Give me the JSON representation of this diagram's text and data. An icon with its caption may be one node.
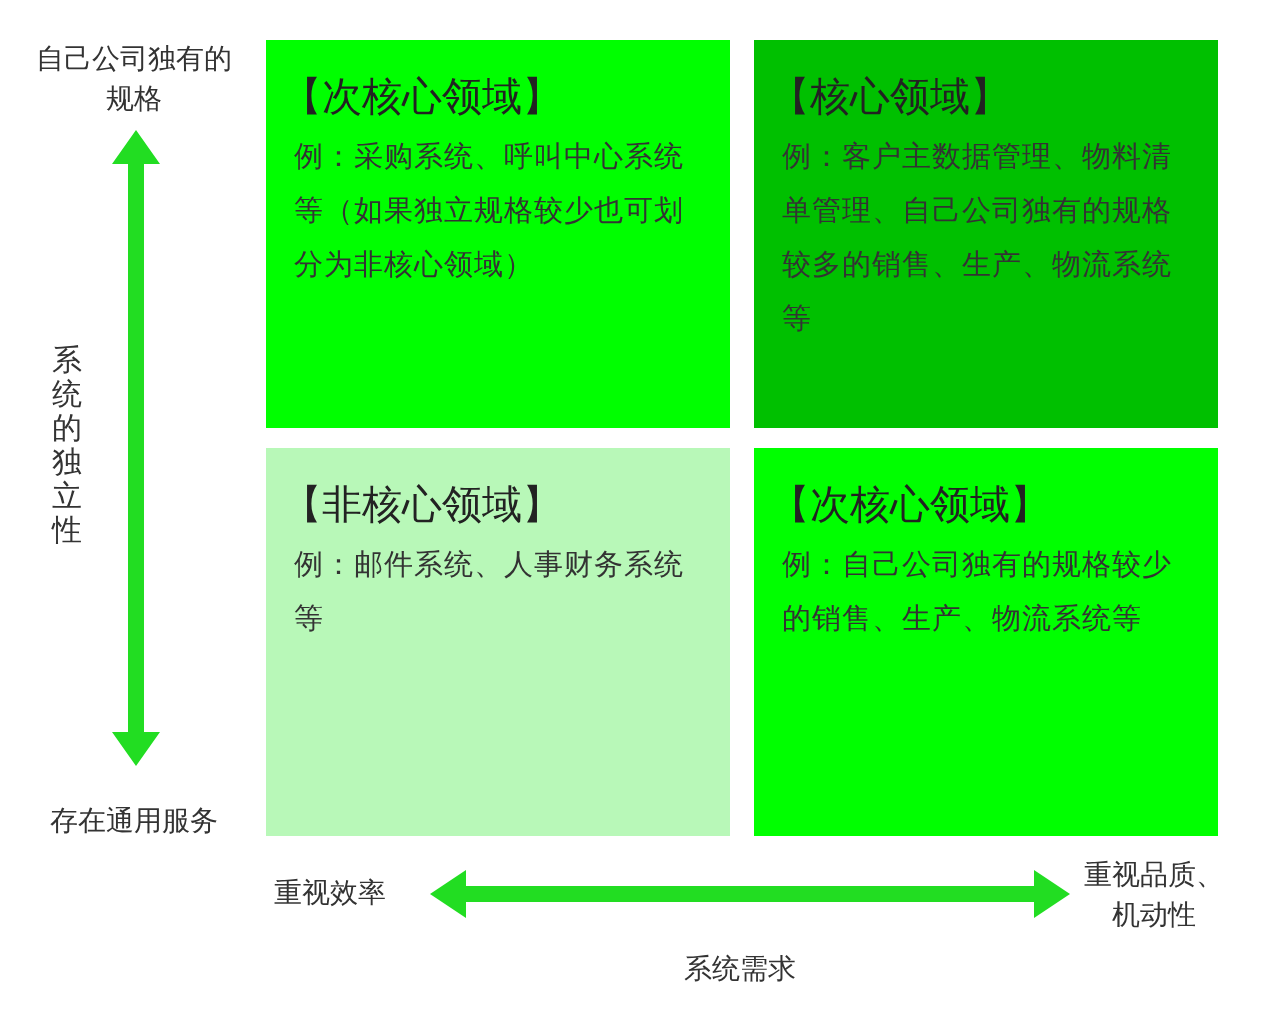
{
  "diagram": {
    "nodes": [
      {
        "text": [
          "【次核心领域】",
          "例：采购系统、呼叫中心系统等（如果独立规格较少也可划分为非核心领域）"
        ]
      },
      {
        "text": [
          "【核心领域】",
          "例：客户主数据管理、物料清单管理、自己公司独有的规格较多的销售、生产、物流系统等"
        ]
      },
      {
        "text": [
          "【非核心领域】",
          "例：邮件系统、人事财务系统等"
        ]
      },
      {
        "text": [
          "【次核心领域】",
          "例：自己公司独有的规格较少的销售、生产、物流系统等"
        ]
      }
    ],
    "labels": [
      "自己公司独有的规格",
      "系统的独立性",
      "存在通用服务",
      "重视效率",
      "重视品质、机动性",
      "系统需求"
    ]
  }
}
